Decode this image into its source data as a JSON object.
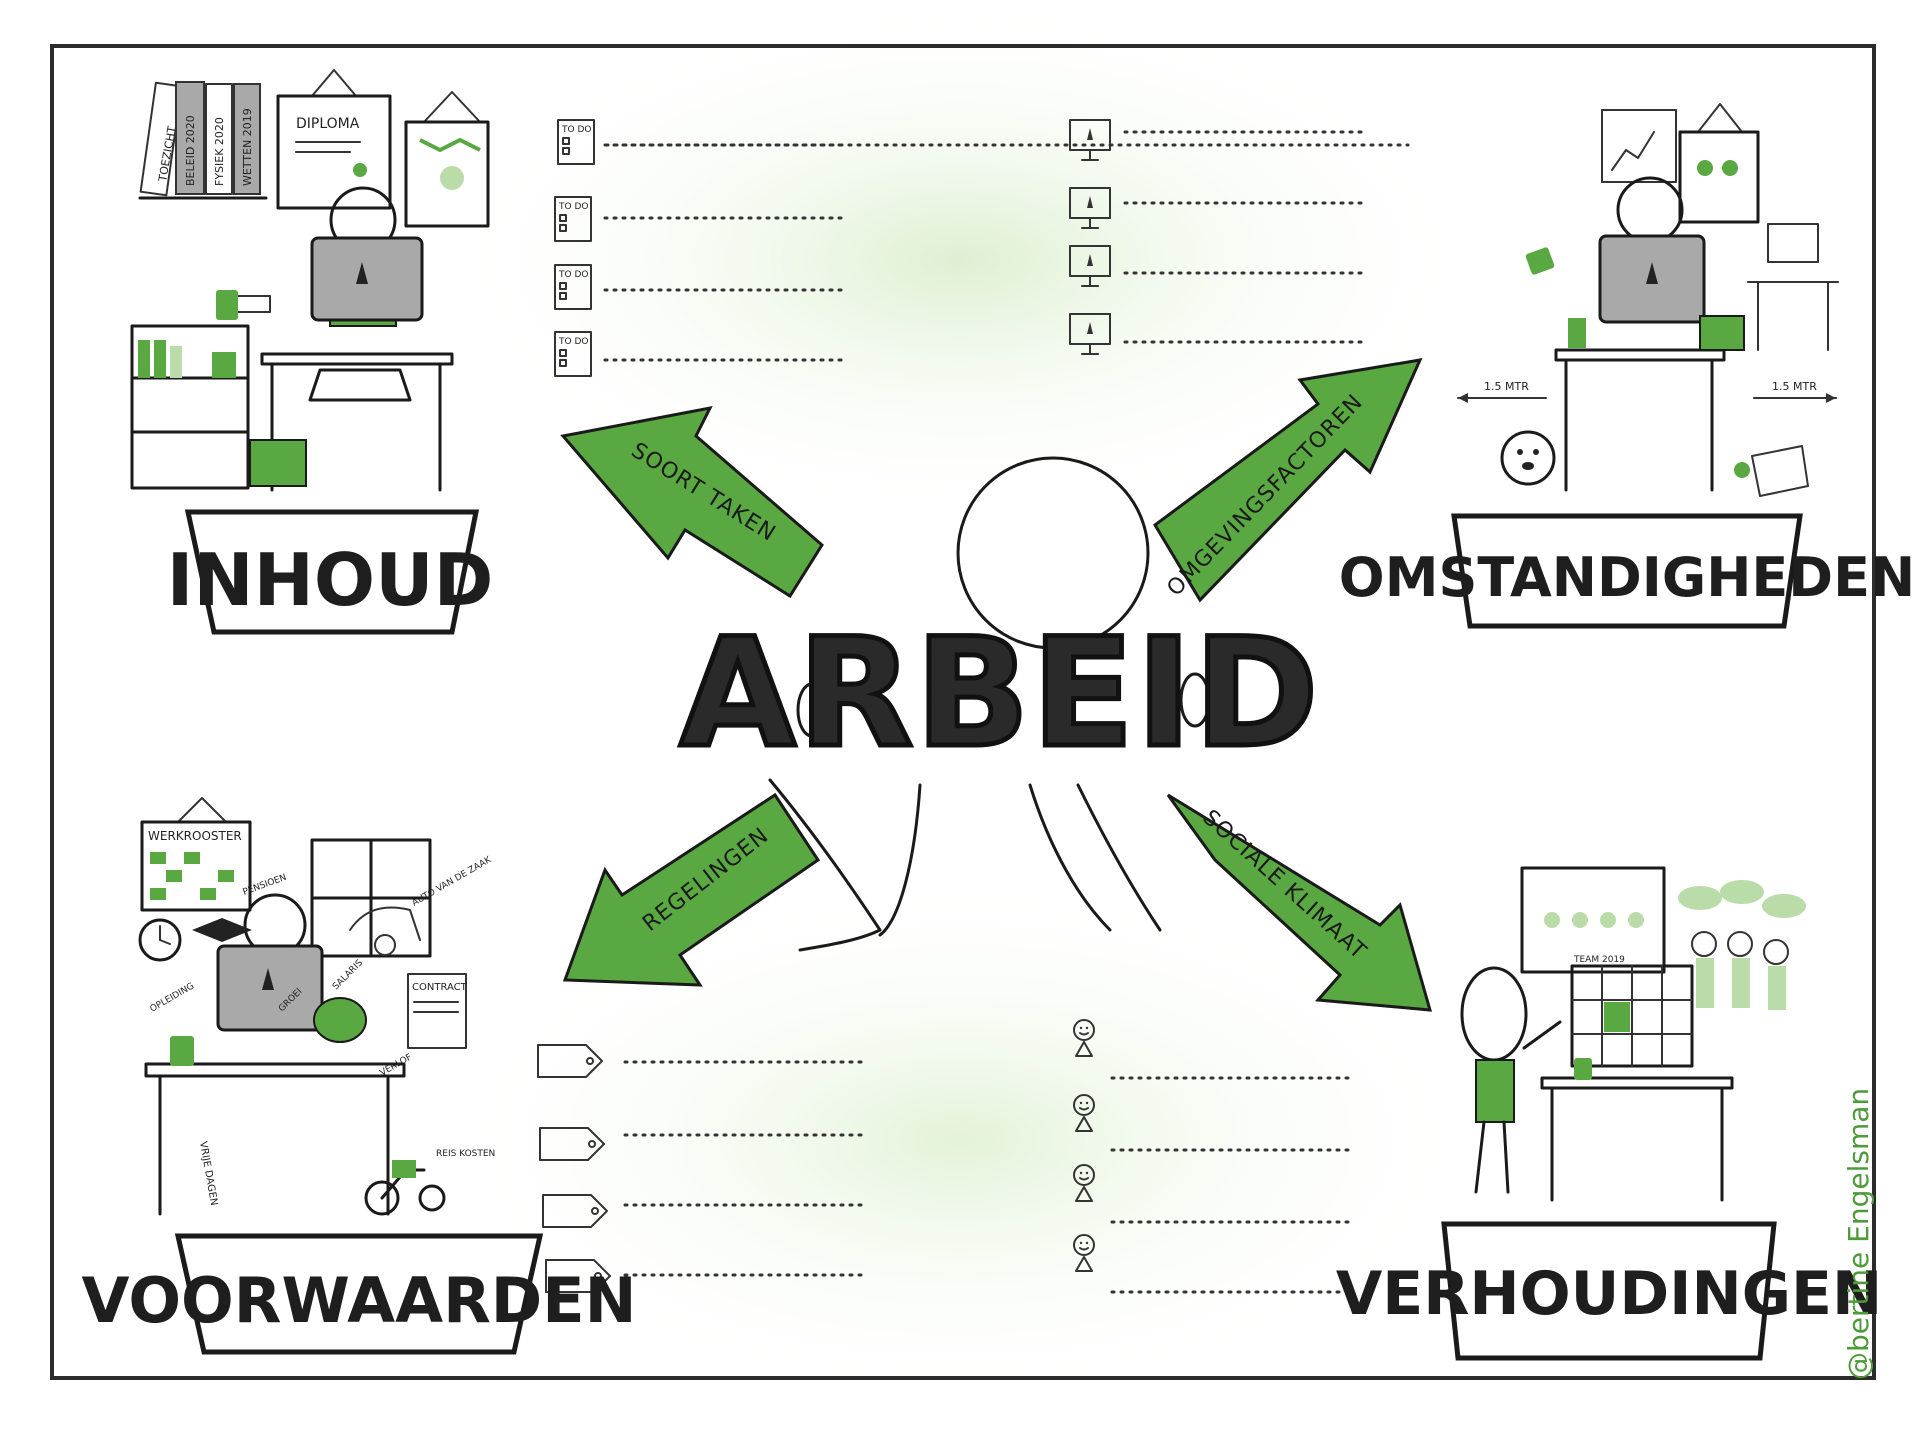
{
  "title": "ARBEID",
  "credit": "@bertine Engelsman",
  "colors": {
    "accent": "#5aa842",
    "light_accent": "#b9dca8",
    "ink": "#1a1a1a",
    "frame": "#2b2b2b"
  },
  "banners": {
    "inhoud": "INHOUD",
    "omstandigheden": "OMSTANDIGHEDEN",
    "voorwaarden": "VOORWAARDEN",
    "verhoudingen": "VERHOUDINGEN"
  },
  "arrows": {
    "top_left": "SOORT TAKEN",
    "top_right": "OMGEVINGSFACTOREN",
    "bottom_left": "REGELINGEN",
    "bottom_right": "SOCIALE KLIMAAT"
  },
  "lists": {
    "todo_label": "TO DO",
    "todo_icon": "todo-note-icon",
    "screen_icon": "computer-screen-icon",
    "tag_icon": "price-tag-icon",
    "person_icon": "smiley-person-icon",
    "item_counts": [
      4,
      4,
      4,
      4
    ]
  },
  "inhoud_scene": {
    "binders": [
      "TOEZICHT",
      "BELEID 2020",
      "FYSIEK 2020",
      "WETTEN 2019"
    ],
    "diploma": "DIPLOMA"
  },
  "omstandigheden_scene": {
    "distance_left": "1.5 MTR",
    "distance_right": "1.5 MTR"
  },
  "voorwaarden_scene": {
    "schedule": "WERKROOSTER",
    "contract": "CONTRACT",
    "tags": [
      "VRIJE DAGEN",
      "OPLEIDING",
      "SALARIS",
      "GROEI",
      "PENSIOEN",
      "REIS KOSTEN",
      "AUTO VAN DE ZAAK",
      "VERLOF"
    ]
  },
  "verhoudingen_scene": {
    "poster_date": "TEAM 2019"
  }
}
